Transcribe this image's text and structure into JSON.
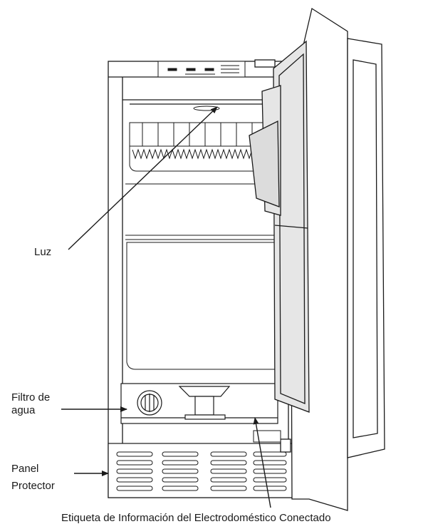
{
  "labels": {
    "luz": "Luz",
    "filtro_line1": "Filtro de",
    "filtro_line2": "agua",
    "panel_line1": "Panel",
    "panel_line2": "Protector",
    "etiqueta": "Etiqueta de Información del Electrodoméstico Conectado"
  },
  "colors": {
    "stroke": "#1a1a1a",
    "door_fill": "#e6e6e6",
    "background": "#ffffff"
  }
}
